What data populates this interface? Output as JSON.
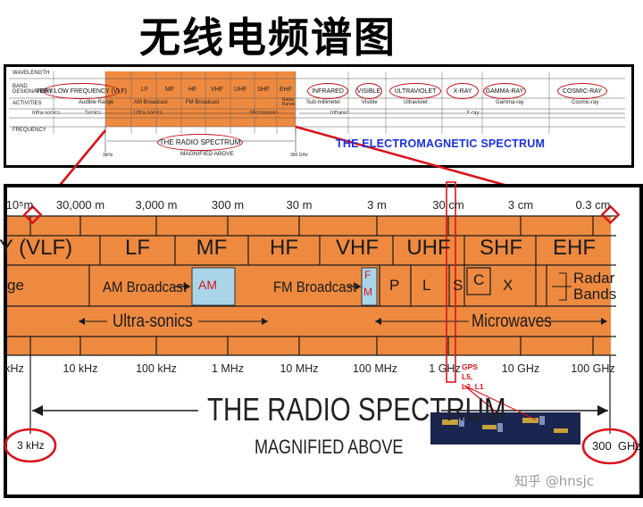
{
  "title": "无线电频谱图",
  "overview": {
    "em_title": "THE ELECTROMAGNETIC SPECTRUM",
    "row_labels": [
      "WAVELENGTH",
      "BAND DESIGNATIONS",
      "ACTIVITIES",
      "FREQUENCY"
    ],
    "band_labels": [
      "VERY LOW FREQUENCY (VLF)",
      "LF",
      "MF",
      "HF",
      "VHF",
      "UHF",
      "SHF",
      "EHF",
      "INFRARED",
      "VISIBLE",
      "ULTRAVIOLET",
      "X-RAY",
      "GAMMA-RAY",
      "COSMIC-RAY"
    ],
    "activities": [
      "Audible Range",
      "AM Broadcast",
      "FM Broadcast",
      "Radar Bands",
      "Sub-millimeter",
      "Visible",
      "Ultraviolet",
      "Gamma-ray",
      "Cosmic-ray"
    ],
    "sub_labels": [
      "Infra-sonics",
      "Sonics",
      "Ultra-sonics",
      "Microwaves",
      "Infrared",
      "X-ray"
    ],
    "radio_spectrum": "THE RADIO SPECTRUM",
    "magnified": "MAGNIFIED ABOVE",
    "ends": [
      "3kHz",
      "300 GHz"
    ]
  },
  "wavelengths": [
    "10⁵m",
    "30,000 m",
    "3,000 m",
    "300 m",
    "30 m",
    "3 m",
    "30 cm",
    "3 cm",
    "0.3 cm"
  ],
  "bands": [
    "Y (VLF)",
    "LF",
    "MF",
    "HF",
    "VHF",
    "UHF",
    "SHF",
    "EHF"
  ],
  "activities": {
    "ge": "ge",
    "am_broadcast": "AM Broadcast",
    "am_box": "AM",
    "fm_broadcast": "FM Broadcast",
    "fm_box_f": "F",
    "fm_box_m": "M",
    "radar": [
      "P",
      "L",
      "S",
      "C",
      "X"
    ],
    "radar_bands_1": "Radar",
    "radar_bands_2": "Bands"
  },
  "sub_labels": {
    "ultrasonics": "Ultra-sonics",
    "microwaves": "Microwaves"
  },
  "frequencies": [
    "kHz",
    "10 kHz",
    "100 kHz",
    "1 MHz",
    "10 MHz",
    "100 MHz",
    "1 GHz",
    "10 GHz",
    "100 GHz"
  ],
  "gps": [
    "GPS",
    "L5,",
    "L2, L1"
  ],
  "radio_spectrum": "THE RADIO SPECTRUM",
  "magnified_above": "MAGNIFIED ABOVE",
  "end_labels": {
    "start": "3 kHz",
    "end": "300  GHz"
  },
  "watermark": "知乎 @hnsjc",
  "colors": {
    "orange": "#ee8a40",
    "red": "#d9141c",
    "blue_title": "#1a2fe0",
    "light_blue": "#a8d6e8"
  }
}
